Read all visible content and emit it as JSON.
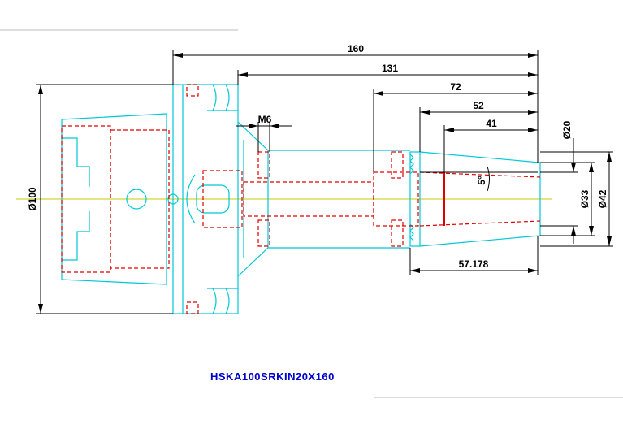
{
  "model_label": "HSKA100SRKIN20X160",
  "dimensions": {
    "overall_length": "160",
    "length_131": "131",
    "length_72": "72",
    "length_52": "52",
    "length_41": "41",
    "length_57178": "57.178",
    "thread": "M6",
    "diameter_100": "Ø100",
    "diameter_20": "Ø20",
    "diameter_33": "Ø33",
    "diameter_42": "Ø42",
    "angle": "5°"
  },
  "colors": {
    "outline": "#00c8d8",
    "hidden_lines": "#e00000",
    "dimensions": "#000000",
    "label": "#0000cc",
    "centerline": "#c8c800"
  }
}
